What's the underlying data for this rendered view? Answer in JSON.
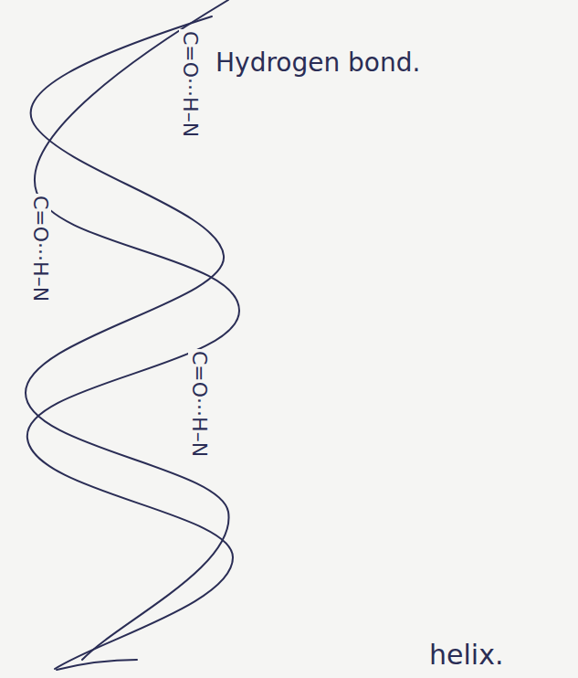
{
  "diagram": {
    "labels": [
      "C=O···H–N",
      "Hydrogen bond.",
      "C=O···H–N",
      "C=O···H–N",
      "helix."
    ]
  }
}
